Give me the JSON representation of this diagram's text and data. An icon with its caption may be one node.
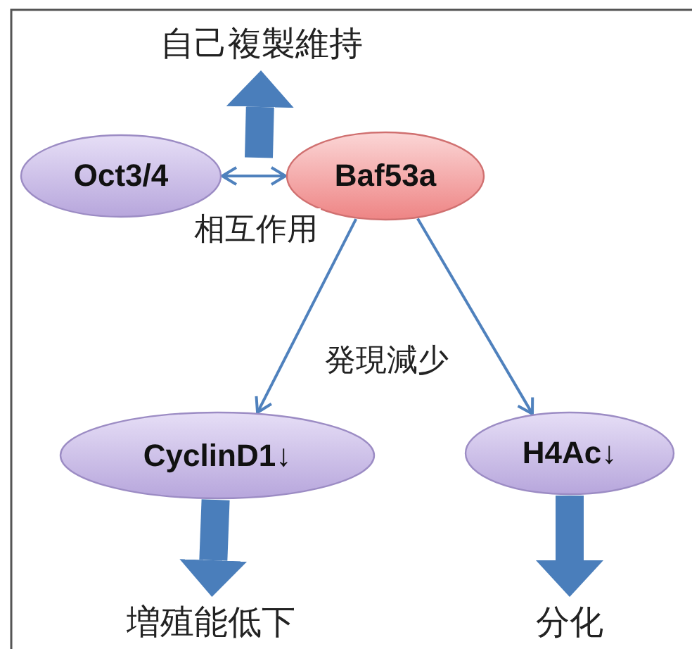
{
  "diagram": {
    "nodes": [
      {
        "text": [
          "自己複製維持"
        ]
      },
      {
        "text": [
          "Oct3/4"
        ]
      },
      {
        "text": [
          "Baf53a"
        ]
      },
      {
        "text": [
          "CyclinD1↓"
        ]
      },
      {
        "text": [
          "H4Ac↓"
        ]
      },
      {
        "text": [
          "増殖能低下"
        ]
      },
      {
        "text": [
          "分化"
        ]
      }
    ],
    "edges": [
      {
        "from": 1,
        "to": 2,
        "arrow": "both",
        "label": "相互作用"
      },
      {
        "from": null,
        "to": 0,
        "arrow": "to",
        "style": "thick"
      },
      {
        "from": 2,
        "to": 3,
        "arrow": "to",
        "label": "発現減少"
      },
      {
        "from": 2,
        "to": 4,
        "arrow": "to"
      },
      {
        "from": 3,
        "to": 5,
        "arrow": "to",
        "style": "thick"
      },
      {
        "from": 4,
        "to": 6,
        "arrow": "to",
        "style": "thick"
      }
    ]
  }
}
